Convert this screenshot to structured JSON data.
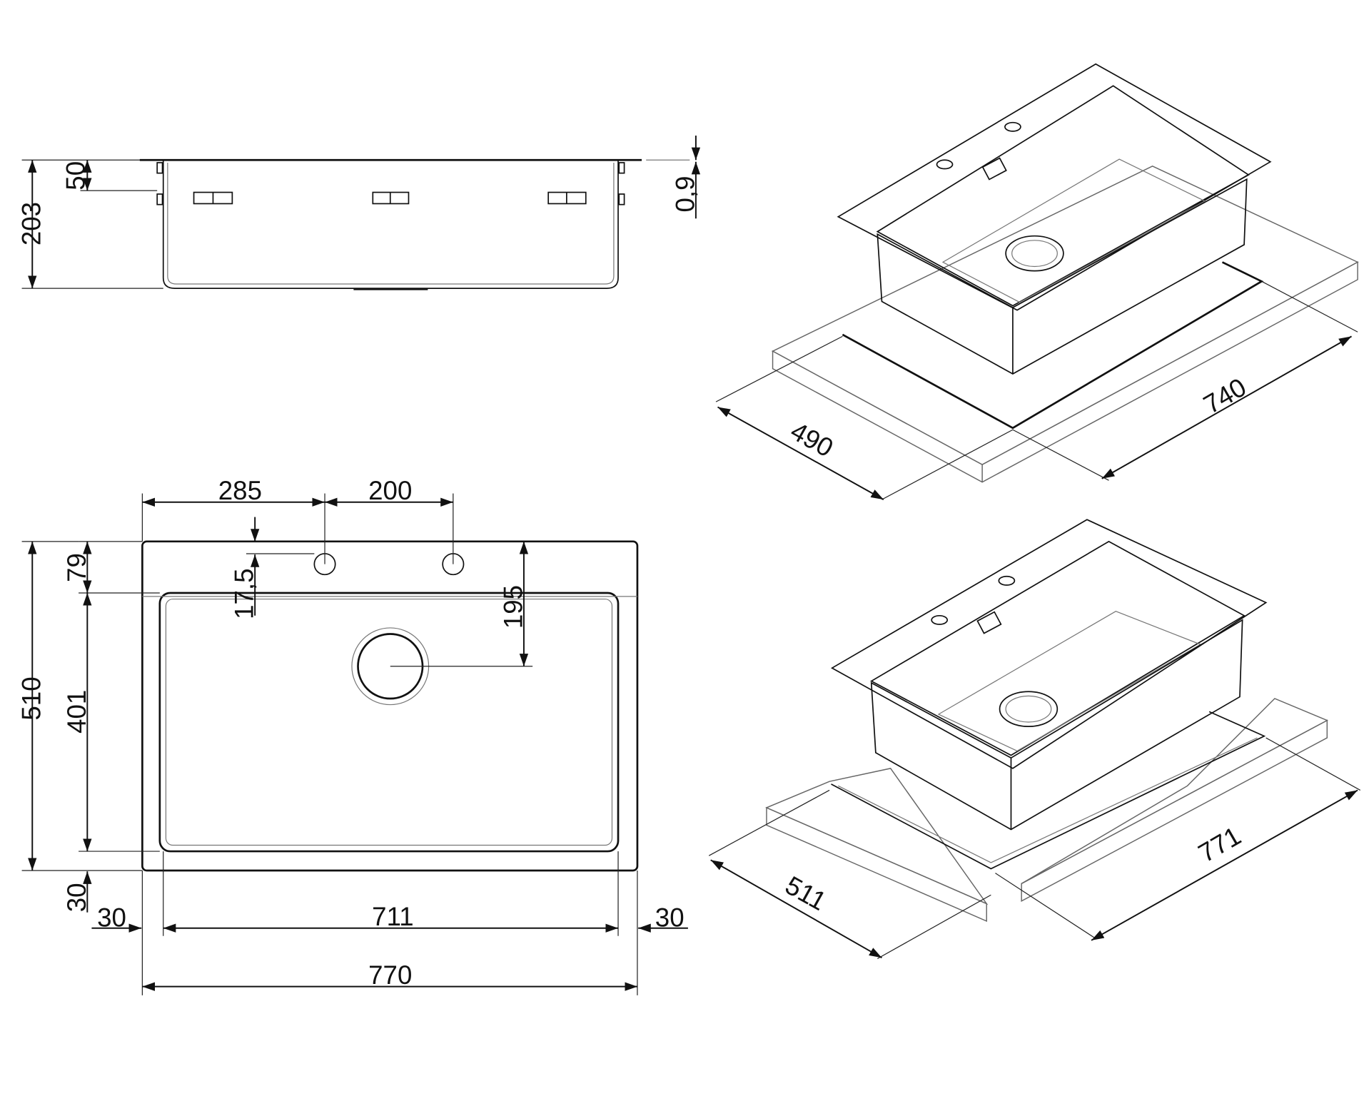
{
  "side_view": {
    "height_total": "203",
    "flange_to_clip": "50",
    "flange_thickness": "0,9"
  },
  "top_view": {
    "tap_hole_offset": "285",
    "tap_hole_spacing": "200",
    "rear_margin": "79",
    "tap_hole_from_edge": "17,5",
    "drain_from_rear": "195",
    "overall_depth": "510",
    "bowl_depth": "401",
    "front_margin": "30",
    "left_margin": "30",
    "bowl_width": "711",
    "right_margin": "30",
    "overall_width": "770"
  },
  "iso_top_mount": {
    "cutout_depth": "490",
    "cutout_width": "740"
  },
  "iso_flush_mount": {
    "cutout_depth": "511",
    "cutout_width": "771"
  }
}
